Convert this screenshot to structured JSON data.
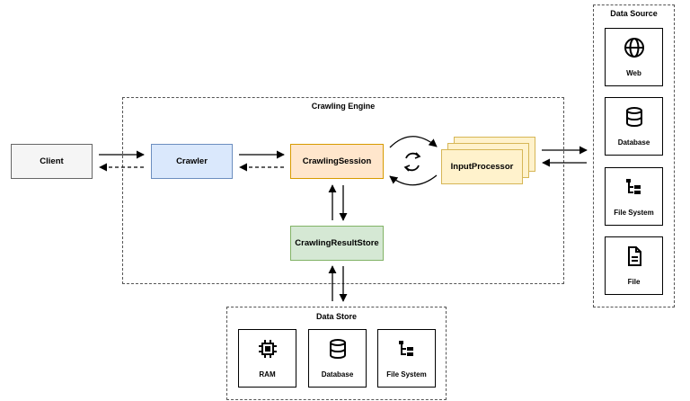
{
  "engine": {
    "title": "Crawling Engine"
  },
  "nodes": {
    "client": "Client",
    "crawler": "Crawler",
    "session": "CrawlingSession",
    "processor": "InputProcessor",
    "result_store": "CrawlingResultStore"
  },
  "data_source": {
    "title": "Data Source",
    "items": [
      {
        "label": "Web",
        "icon": "globe-icon"
      },
      {
        "label": "Database",
        "icon": "database-icon"
      },
      {
        "label": "File System",
        "icon": "file-tree-icon"
      },
      {
        "label": "File",
        "icon": "file-icon"
      }
    ]
  },
  "data_store": {
    "title": "Data Store",
    "items": [
      {
        "label": "RAM",
        "icon": "chip-icon"
      },
      {
        "label": "Database",
        "icon": "database-icon"
      },
      {
        "label": "File System",
        "icon": "file-tree-icon"
      }
    ]
  },
  "colors": {
    "client_fill": "#f5f5f5",
    "crawler_fill": "#dae8fc",
    "session_fill": "#ffe6cc",
    "store_fill": "#d5e8d4",
    "processor_fill": "#fff2cc"
  }
}
